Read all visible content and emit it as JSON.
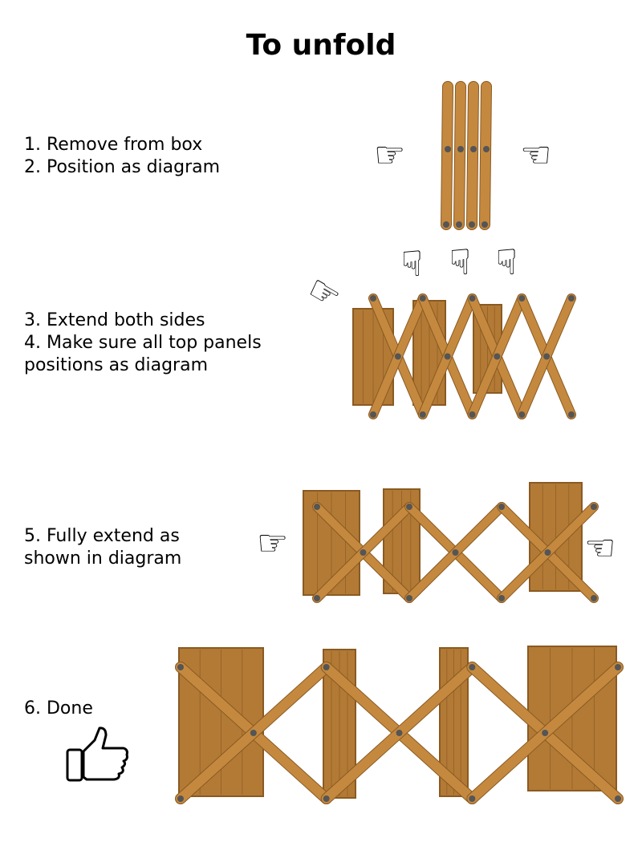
{
  "title": "To unfold",
  "steps": [
    {
      "lines": [
        "1. Remove from box",
        "2. Position as diagram"
      ]
    },
    {
      "lines": [
        "3. Extend both sides",
        "4. Make sure all top panels",
        "positions as diagram"
      ]
    },
    {
      "lines": [
        "5. Fully extend as",
        "shown in diagram"
      ]
    },
    {
      "lines": [
        "6. Done"
      ]
    }
  ],
  "icons": {
    "point_right": "pointing-right-hand",
    "point_left": "pointing-left-hand",
    "point_down": "pointing-down-hand",
    "thumbs_up": "thumbs-up-hand"
  },
  "colors": {
    "wood": "#c4893f",
    "wood_dark": "#8a5a22",
    "bolt": "#555555"
  }
}
